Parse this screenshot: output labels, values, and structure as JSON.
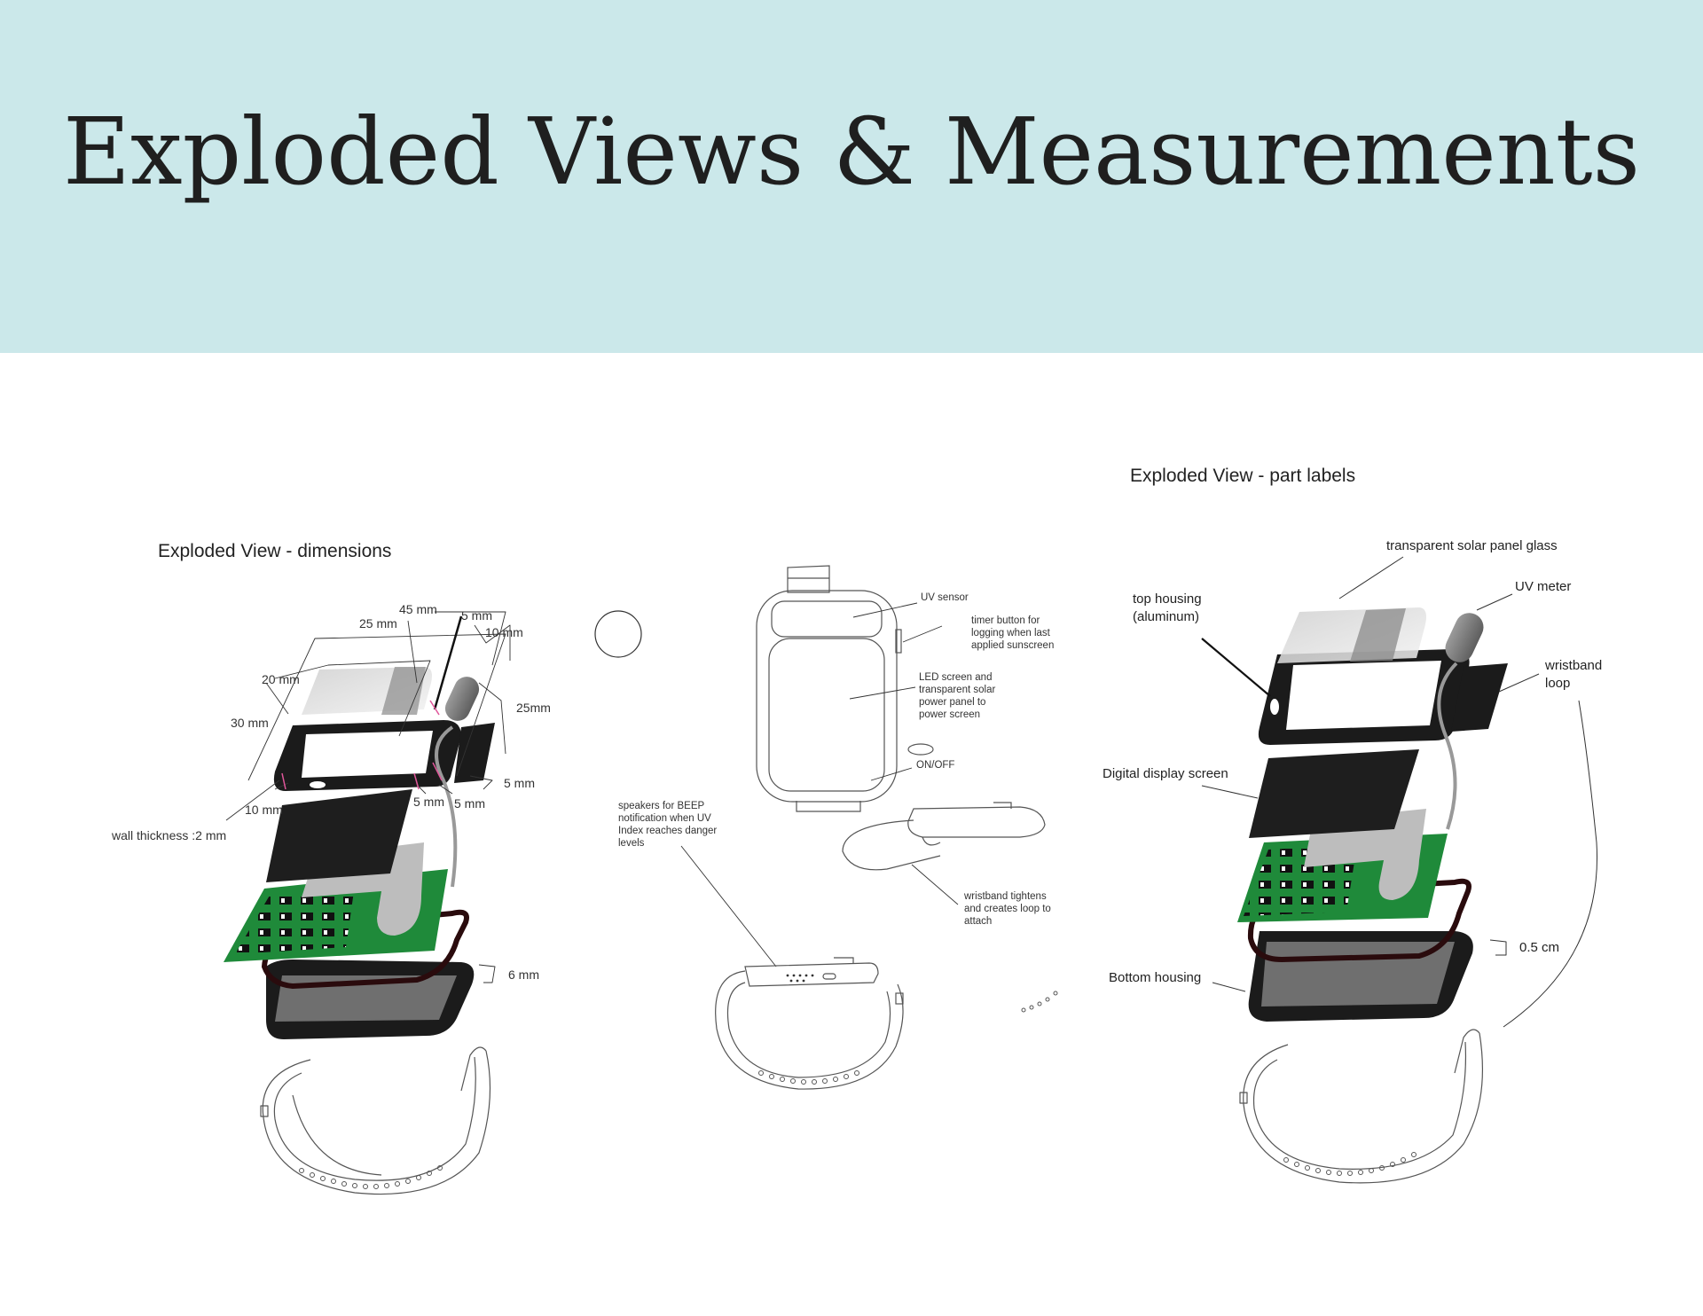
{
  "header": {
    "title": "Exploded Views & Measurements",
    "bg_color": "#cbe8ea"
  },
  "left": {
    "title": "Exploded View - dimensions",
    "dims": {
      "d45": "45 mm",
      "d5a": "5 mm",
      "d25": "25 mm",
      "d10a": "10 mm",
      "d20": "20 mm",
      "d30": "30 mm",
      "d25b": "25mm",
      "d5b": "5 mm",
      "d10b": "10 mm",
      "d5c": "5 mm",
      "d5d": "5 mm",
      "wall": "wall thickness :2 mm",
      "d6": "6 mm"
    }
  },
  "middle": {
    "uv_sensor": "UV sensor",
    "timer": [
      "timer button for",
      "logging when last",
      "applied sunscreen"
    ],
    "led": [
      "LED screen and",
      "transparent solar",
      "power panel to",
      "power screen"
    ],
    "onoff": "ON/OFF",
    "speakers": [
      "speakers for BEEP",
      "notification when UV",
      "Index reaches danger",
      "levels"
    ],
    "wristband": [
      "wristband tightens",
      "and creates loop to",
      "attach"
    ]
  },
  "right": {
    "title": "Exploded View - part labels",
    "glass": "transparent solar panel glass",
    "housing": [
      "top housing",
      "(aluminum)"
    ],
    "uvmeter": "UV meter",
    "loop": [
      "wristband",
      "loop"
    ],
    "display": "Digital display screen",
    "bottom": "Bottom housing",
    "cm": "0.5 cm"
  },
  "colors": {
    "pcb": "#1f8a3a",
    "frame": "#1b1b1b",
    "display": "#1e1e1e",
    "gasket": "#3a0e10"
  }
}
